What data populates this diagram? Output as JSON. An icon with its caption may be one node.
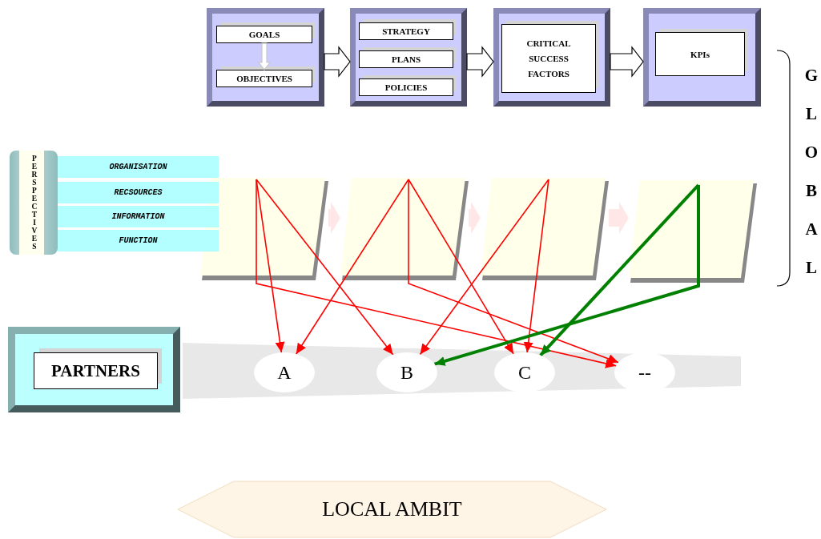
{
  "diagram": {
    "nodes": [
      {
        "text": [],
        "shape": "box"
      },
      {
        "text": [
          "GOALS"
        ],
        "in": 0
      },
      {
        "text": [
          "OBJECTIVES"
        ],
        "in": 0
      },
      {
        "text": [],
        "shape": "box"
      },
      {
        "text": [
          "STRATEGY"
        ],
        "in": 3
      },
      {
        "text": [
          "PLANS"
        ],
        "in": 3
      },
      {
        "text": [
          "POLICIES"
        ],
        "in": 3
      },
      {
        "text": [],
        "shape": "box"
      },
      {
        "text": [
          "CRITICAL SUCCESS FACTORS"
        ],
        "in": 7
      },
      {
        "text": [],
        "shape": "box"
      },
      {
        "text": [
          "KPIs"
        ],
        "in": 9
      },
      {
        "text": [
          "PERSPECTIVES"
        ]
      },
      {
        "text": [
          "ORGANISATION"
        ]
      },
      {
        "text": [
          "RECSOURCES"
        ]
      },
      {
        "text": [
          "INFORMATION"
        ]
      },
      {
        "text": [
          "FUNCTION"
        ]
      },
      {
        "text": [],
        "shape": "parallelogram"
      },
      {
        "text": [],
        "shape": "parallelogram"
      },
      {
        "text": [],
        "shape": "parallelogram"
      },
      {
        "text": [],
        "shape": "parallelogram"
      },
      {
        "text": [],
        "shape": "box"
      },
      {
        "text": [
          "PARTNERS"
        ],
        "in": 20
      },
      {
        "text": [
          "A"
        ]
      },
      {
        "text": [
          "B"
        ]
      },
      {
        "text": [
          "C"
        ]
      },
      {
        "text": [
          "--"
        ]
      },
      {
        "text": [
          "LOCAL AMBIT"
        ]
      }
    ],
    "edges": [
      {
        "from": 1,
        "to": 2,
        "arrow": "to",
        "color": "#c8c8c8"
      },
      {
        "from": 0,
        "to": 3,
        "arrow": "to",
        "color": "#000000"
      },
      {
        "from": 3,
        "to": 7,
        "arrow": "to",
        "color": "#000000"
      },
      {
        "from": 7,
        "to": 9,
        "arrow": "to",
        "color": "#000000"
      },
      {
        "from": 16,
        "to": 17,
        "arrow": "to",
        "color": "#ffe4e4"
      },
      {
        "from": 17,
        "to": 18,
        "arrow": "to",
        "color": "#ffe4e4"
      },
      {
        "from": 18,
        "to": 19,
        "arrow": "to",
        "color": "#ffe4e4"
      },
      {
        "from": 16,
        "to": 22,
        "arrow": "to"
      },
      {
        "from": 16,
        "to": 23,
        "arrow": "to"
      },
      {
        "from": 16,
        "to": 25,
        "arrow": "to"
      },
      {
        "from": 17,
        "to": 22,
        "arrow": "to"
      },
      {
        "from": 17,
        "to": 24,
        "arrow": "to"
      },
      {
        "from": 17,
        "to": 25,
        "arrow": "to"
      },
      {
        "from": 18,
        "to": 23,
        "arrow": "to"
      },
      {
        "from": 18,
        "to": 24,
        "arrow": "to"
      },
      {
        "from": 19,
        "to": 23,
        "arrow": "to",
        "style": "thick",
        "color": "#008000"
      },
      {
        "from": 19,
        "to": 24,
        "arrow": "to",
        "style": "thick",
        "color": "#008000"
      }
    ],
    "labels": [
      "GLOBAL"
    ]
  }
}
